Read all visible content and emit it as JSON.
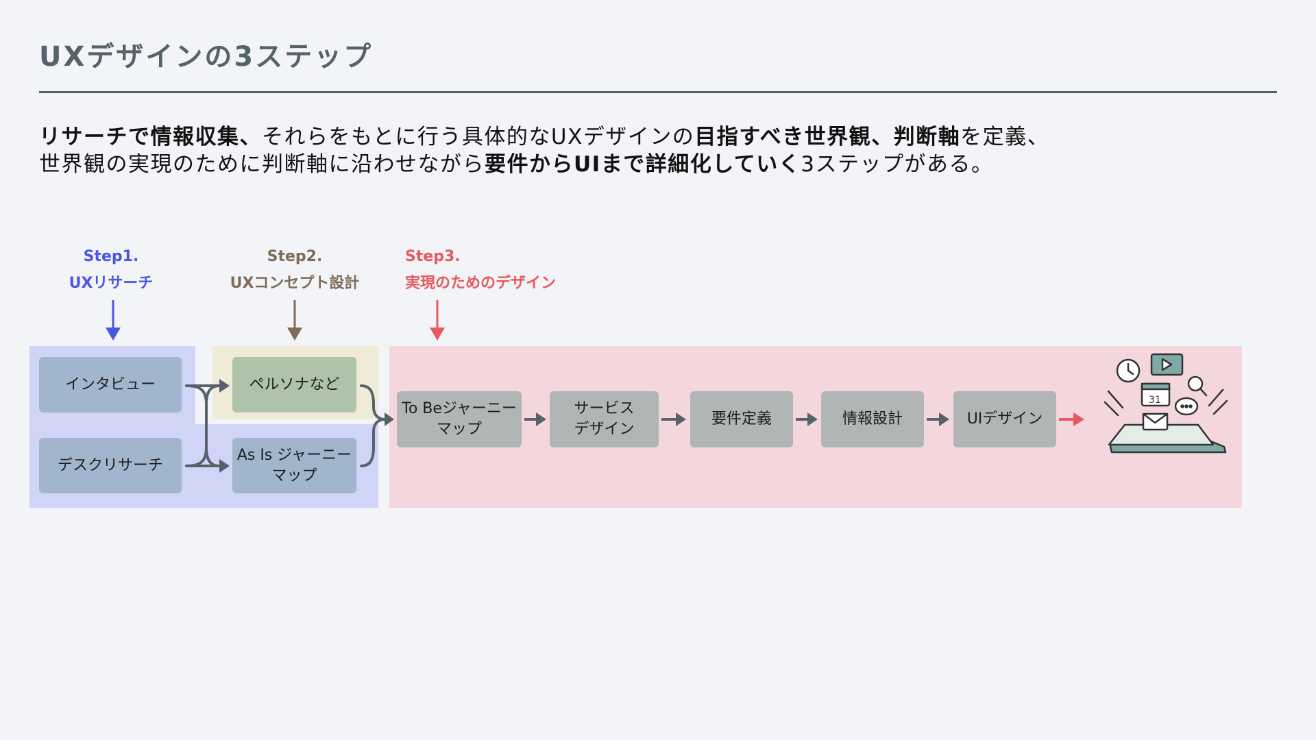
{
  "title": "UXデザインの3ステップ",
  "intro": {
    "line1": [
      {
        "text": "リサーチで情報収集、",
        "bold": true
      },
      {
        "text": "それらをもとに行う具体的なUXデザインの",
        "bold": false
      },
      {
        "text": "目指すべき世界観、判断軸",
        "bold": true
      },
      {
        "text": "を定義、",
        "bold": false
      }
    ],
    "line2": [
      {
        "text": "世界観の実現のために判断軸に沿わせながら",
        "bold": false
      },
      {
        "text": "要件からUIまで詳細化していく",
        "bold": true
      },
      {
        "text": "3ステップがある。",
        "bold": false
      }
    ]
  },
  "steps": [
    {
      "label": "Step1.",
      "name": "UXリサーチ"
    },
    {
      "label": "Step2.",
      "name": "UXコンセプト設計"
    },
    {
      "label": "Step3.",
      "name": "実現のためのデザイン"
    }
  ],
  "boxes": {
    "interview": "インタビュー",
    "desk_research": "デスクリサーチ",
    "persona": "ペルソナなど",
    "as_is": "As Is ジャーニー\nマップ",
    "to_be": "To Beジャーニー\nマップ",
    "service": "サービス\nデザイン",
    "requirements": "要件定義",
    "info_arch": "情報設計",
    "ui_design": "UIデザイン"
  },
  "colors": {
    "step1": "#4a57e0",
    "step2": "#7d6d55",
    "step3": "#e55a5f",
    "zone1": "#d0d4f7",
    "zone2": "#efebd7",
    "zone3": "#f3d7dc",
    "connector": "#56626a",
    "title": "#56626a"
  },
  "icons": [
    "device-illustration-icon"
  ]
}
